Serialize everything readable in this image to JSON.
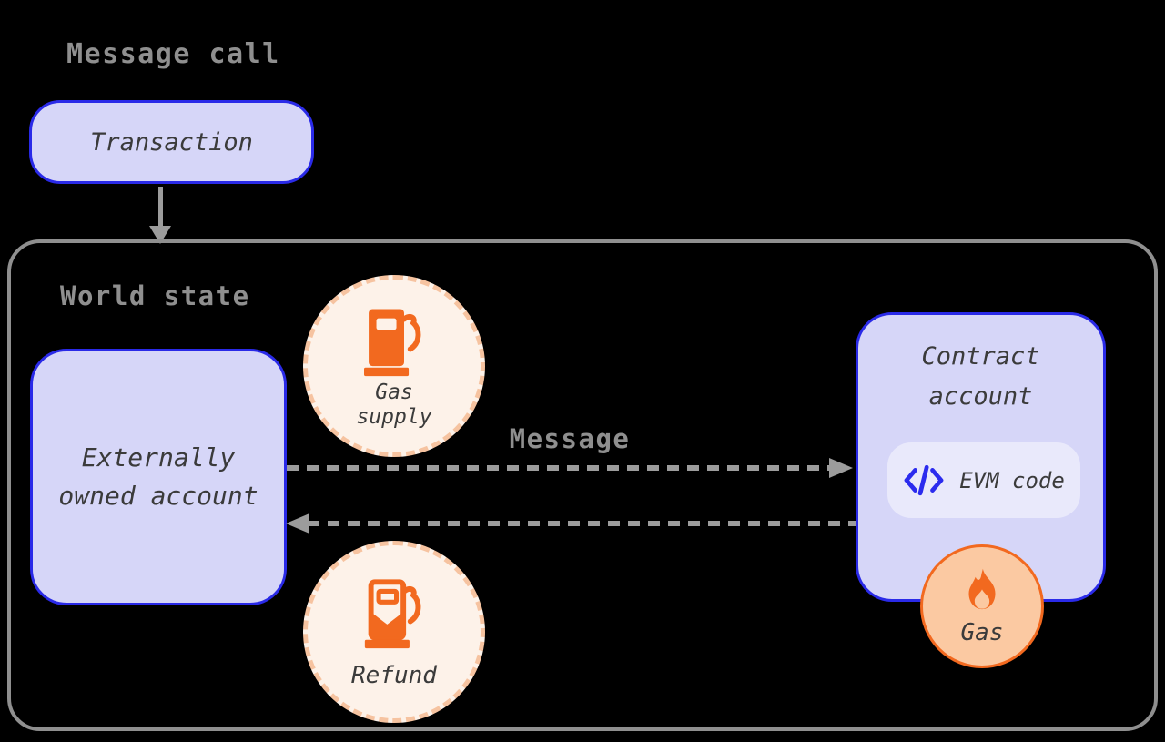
{
  "diagram": {
    "title": "Message call",
    "transaction": {
      "label": "Transaction"
    },
    "world_state": {
      "title": "World state"
    },
    "eoa": {
      "line1": "Externally",
      "line2": "owned account"
    },
    "gas_supply": {
      "line1": "Gas",
      "line2": "supply",
      "icon": "fuel-pump-icon"
    },
    "message_arrow": {
      "label": "Message"
    },
    "contract": {
      "line1": "Contract",
      "line2": "account"
    },
    "evm_code": {
      "label": "EVM code",
      "icon": "code-icon"
    },
    "gas_burn": {
      "label": "Gas",
      "icon": "flame-icon"
    },
    "refund": {
      "label": "Refund",
      "icon": "fuel-pump-refund-icon"
    }
  },
  "colors": {
    "background": "#000000",
    "heading_gray": "#8f8f8f",
    "panel_border_gray": "#8f8f8f",
    "arrow_gray": "#9c9c9c",
    "lavender_fill": "#d6d6f8",
    "lavender_pill": "#e9e9fb",
    "blue_border": "#2a2ae8",
    "code_blue": "#2b2bee",
    "cream_fill": "#fdf2e9",
    "peach_dash": "#f6c3a0",
    "orange": "#f2691f",
    "gas_circle_fill": "#fbc9a2",
    "label_dark": "#3b3b3b"
  }
}
